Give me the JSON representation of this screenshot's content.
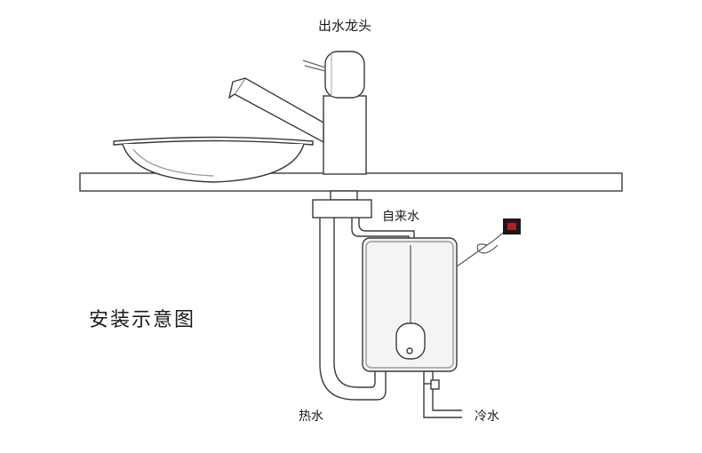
{
  "labels": {
    "faucet": "出水龙头",
    "tap_water": "自来水",
    "hot_water": "热水",
    "cold_water": "冷水",
    "title": "安装示意图"
  },
  "colors": {
    "line": "#3a3a3a",
    "pipe_fill": "#ffffff",
    "heater_body": "#f4f4f4",
    "socket": "#1a1a1a",
    "socket_accent": "#b02020"
  }
}
